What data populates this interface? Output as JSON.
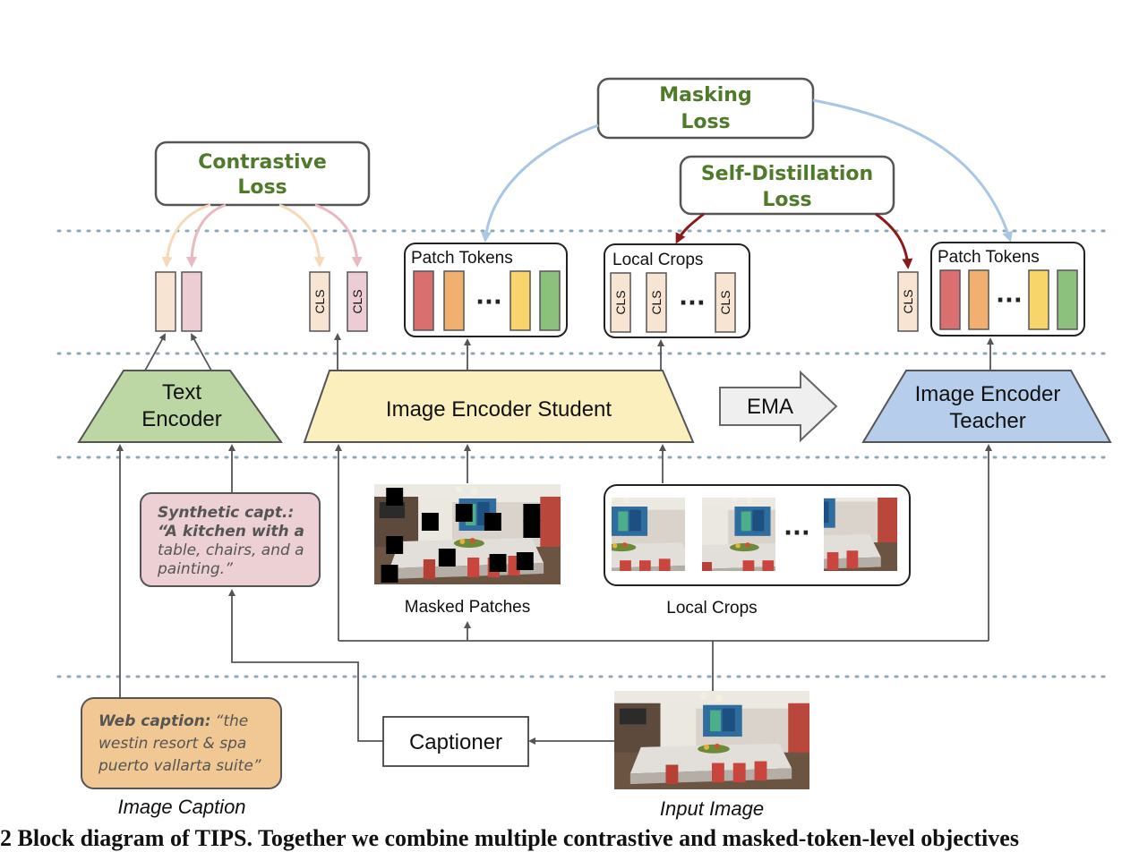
{
  "losses": {
    "contrastive": [
      "Contrastive",
      "Loss"
    ],
    "masking": [
      "Masking",
      "Loss"
    ],
    "self_distillation": [
      "Self-Distillation",
      "Loss"
    ]
  },
  "encoders": {
    "text": [
      "Text",
      "Encoder"
    ],
    "student": "Image Encoder Student",
    "teacher": [
      "Image Encoder",
      "Teacher"
    ],
    "ema": "EMA"
  },
  "tokens": {
    "cls": "CLS",
    "patch_tokens": "Patch Tokens",
    "local_crops": "Local Crops",
    "ellipsis": "···"
  },
  "labels": {
    "masked_patches": "Masked Patches",
    "local_crops": "Local Crops",
    "captioner": "Captioner",
    "image_caption": "Image Caption",
    "input_image": "Input Image"
  },
  "synthetic_caption": {
    "heading": "Synthetic capt.:",
    "lines": [
      "“A kitchen with a",
      "table, chairs, and a",
      "painting.”"
    ]
  },
  "web_caption": {
    "heading": "Web caption:",
    "lines": [
      "“the",
      "westin resort & spa",
      "puerto vallarta suite”"
    ]
  },
  "caption_below": "2    Block diagram of TIPS. Together we combine multiple contrastive and masked-token-level objectives",
  "colors": {
    "loss_text": "#4f7a2a",
    "text_encoder": "#bcd6a4",
    "student_encoder": "#fbefbe",
    "teacher_encoder": "#b7cdec",
    "synthetic_caption_bg": "#ecd0d4",
    "web_caption_bg": "#f1c894",
    "token_peach": "#f8e4d2",
    "token_pink": "#ebcdd3",
    "patch_red": "#d9706f",
    "patch_orange": "#f1b070",
    "patch_yellow": "#f7d56a",
    "patch_green": "#8cc07d",
    "masking_arrow": "#a9c6e4",
    "distill_arrow": "#8b1a1a",
    "dotted_line": "#8ea8b8"
  }
}
